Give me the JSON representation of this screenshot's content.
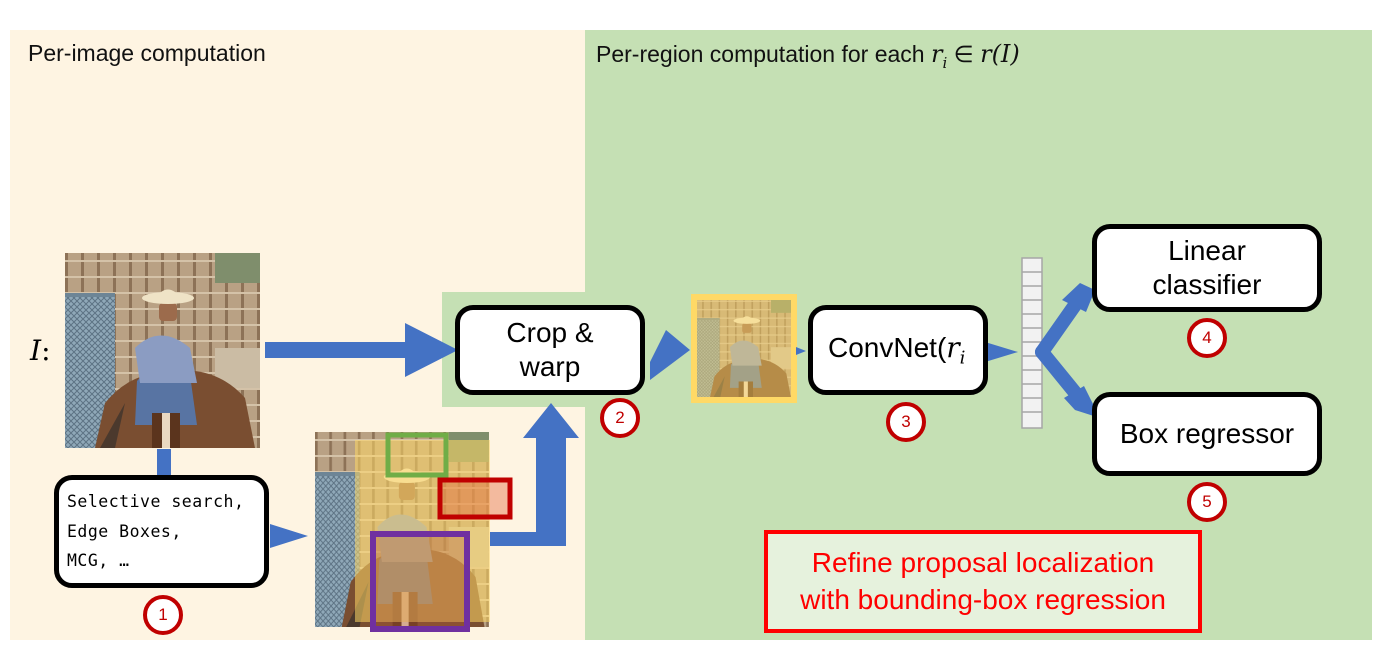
{
  "panels": {
    "left": {
      "title": "Per-image computation"
    },
    "right": {
      "title": "Per-region computation for each ",
      "math": {
        "r": "r",
        "i": "i",
        "in": "∈",
        "rI": "r(I)"
      }
    }
  },
  "input": {
    "symbol": "I",
    "colon": ":"
  },
  "nodes": {
    "proposal": {
      "line1": "Selective search,",
      "line2": "Edge Boxes,",
      "line3": "MCG, …"
    },
    "crop": {
      "line1": "Crop &",
      "line2": "warp"
    },
    "convnet": {
      "prefix": "ConvNet(",
      "r": "r",
      "i": "i"
    },
    "linear": {
      "line1": "Linear",
      "line2": "classifier"
    },
    "box": {
      "label": "Box regressor"
    }
  },
  "badges": [
    "1",
    "2",
    "3",
    "4",
    "5"
  ],
  "note": {
    "line1": "Refine proposal localization",
    "line2": "with bounding-box regression"
  },
  "colors": {
    "left_panel": "#fef4e2",
    "right_panel": "#c5e0b4",
    "arrow": "#4472c4",
    "badge": "#c00000",
    "note": "#ff0000",
    "proposal_boxes": [
      "#ffd966",
      "#70ad47",
      "#c00000",
      "#7030a0"
    ]
  },
  "images": {
    "input": "photo-cowboy-on-horse",
    "proposals": "photo-cowboy-with-region-proposals",
    "warped": "photo-warped-region"
  }
}
